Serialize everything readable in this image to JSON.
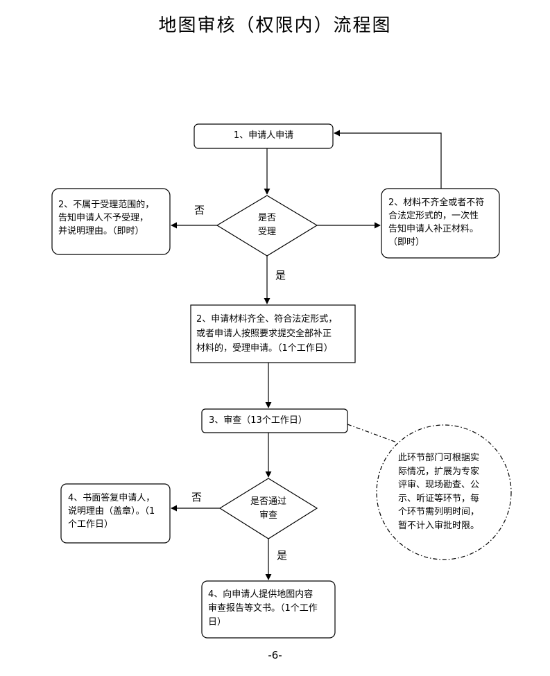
{
  "title": "地图审核（权限内）流程图",
  "nodes": {
    "apply": "1、申请人申请",
    "decision_accept_1": "是否",
    "decision_accept_2": "受理",
    "reject_line1": "2、不属于受理范围的，",
    "reject_line2": "告知申请人不予受理，",
    "reject_line3": "并说明理由。（即时）",
    "supplement_line1": "2、材料不齐全或者不符",
    "supplement_line2": "合法定形式的，一次性",
    "supplement_line3": "告知申请人补正材料。",
    "supplement_line4": "（即时）",
    "accepted_line1": "2、申请材料齐全、符合法定形式，",
    "accepted_line2": "或者申请人按照要求提交全部补正",
    "accepted_line3": "材料的，受理申请。（1个工作日）",
    "review": "3、审查（13个工作日）",
    "decision_pass_1": "是否通过",
    "decision_pass_2": "审查",
    "reply_line1": "4、书面答复申请人，",
    "reply_line2": "说明理由（盖章）。（1",
    "reply_line3": "个工作日）",
    "report_line1": "4、向申请人提供地图内容",
    "report_line2": "审查报告等文书。（1个工作",
    "report_line3": "日）",
    "note_line1": "此环节部门可根据实",
    "note_line2": "际情况，扩展为专家",
    "note_line3": "评审、现场勘查、公",
    "note_line4": "示、听证等环节，每",
    "note_line5": "个环节需列明时间，",
    "note_line6": "暂不计入审批时限。"
  },
  "labels": {
    "no_1": "否",
    "yes_1": "是",
    "no_2": "否",
    "yes_2": "是"
  },
  "page_number": "-6-"
}
